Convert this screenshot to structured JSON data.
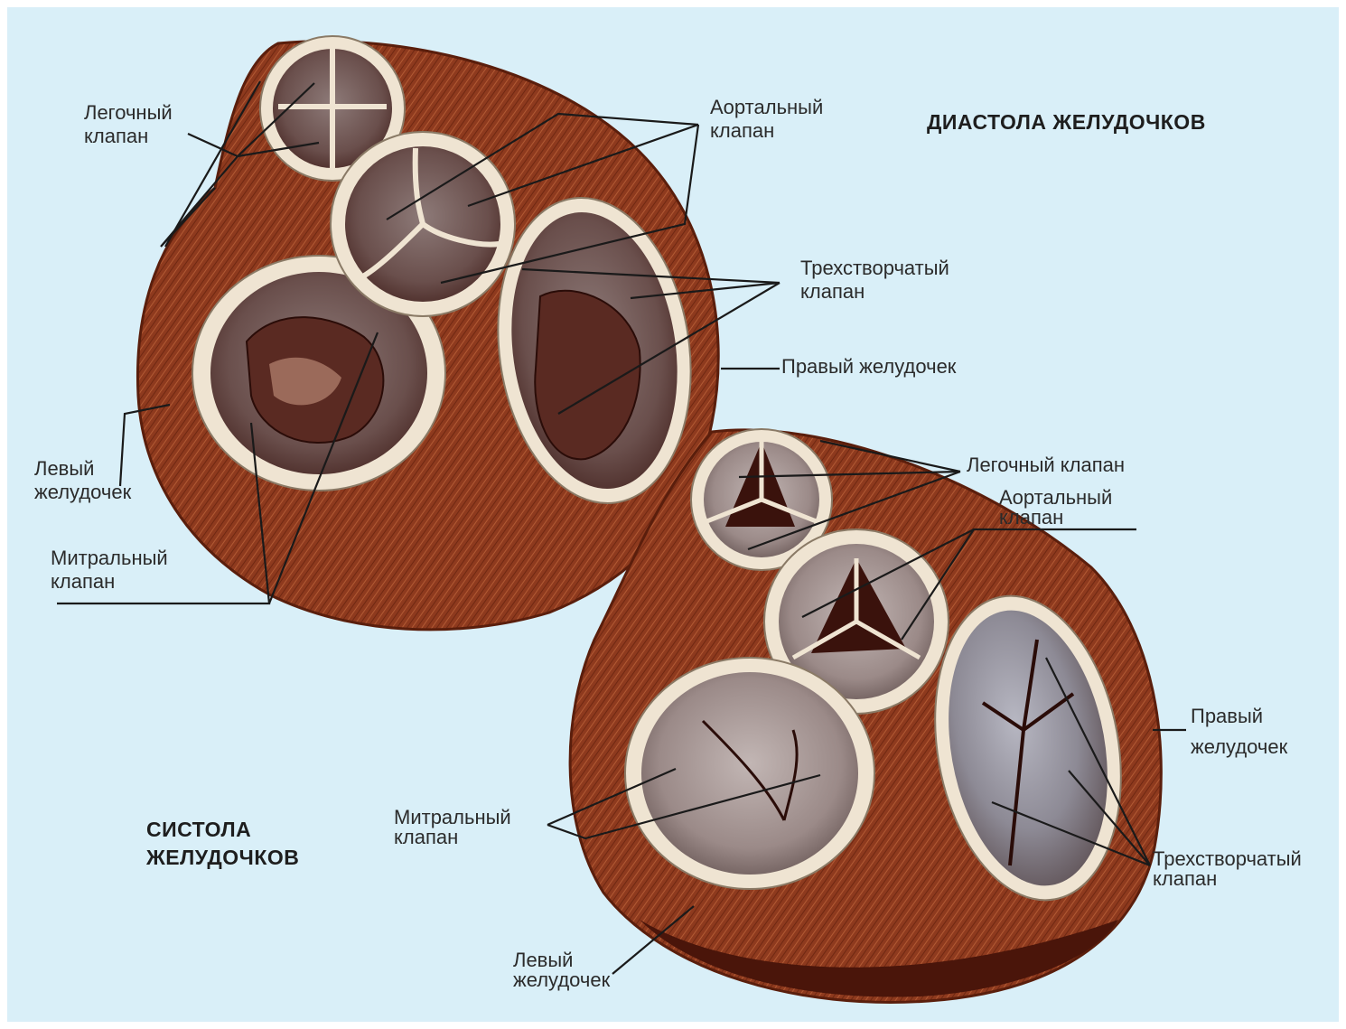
{
  "diastole": {
    "title": "ДИАСТОЛА ЖЕЛУДОЧКОВ",
    "labels": {
      "pulmonary_l1": "Легочный",
      "pulmonary_l2": "клапан",
      "aortic_l1": "Аортальный",
      "aortic_l2": "клапан",
      "tricuspid_l1": "Трехстворчатый",
      "tricuspid_l2": "клапан",
      "right_ventricle": "Правый желудочек",
      "left_ventricle_l1": "Левый",
      "left_ventricle_l2": "желудочек",
      "mitral_l1": "Митральный",
      "mitral_l2": "клапан"
    }
  },
  "systole": {
    "title_l1": "СИСТОЛА",
    "title_l2": "ЖЕЛУДОЧКОВ",
    "labels": {
      "pulmonary": "Легочный клапан",
      "aortic_l1": "Аортальный",
      "aortic_l2": "клапан",
      "right_ventricle_l1": "Правый",
      "right_ventricle_l2": "желудочек",
      "tricuspid_l1": "Трехстворчатый",
      "tricuspid_l2": "клапан",
      "mitral_l1": "Митральный",
      "mitral_l2": "клапан",
      "left_ventricle_l1": "Левый",
      "left_ventricle_l2": "желудочек"
    }
  },
  "colors": {
    "background": "#d9eff8",
    "myocardium": "#8e3a1e",
    "myocardium_dark": "#5a1e0c",
    "valve_ring": "#efe4d2",
    "valve_tissue": "#7a6b6a",
    "valve_tissue_light": "#a9a3a8",
    "leader_line": "#1a1a1a"
  }
}
